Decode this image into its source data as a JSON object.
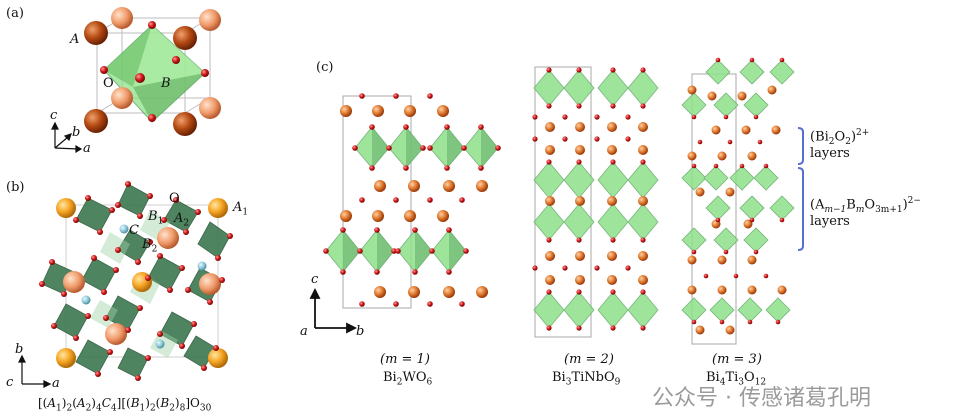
{
  "panel_a": {
    "label": "(a)",
    "site_a": "A",
    "site_b": "B",
    "site_o": "O",
    "axis_c": "c",
    "axis_b": "b",
    "axis_a": "a"
  },
  "panel_b": {
    "label": "(b)",
    "o": "O",
    "a1_right": "A",
    "a1_right_sub": "1",
    "b1": "B",
    "b1_sub": "1",
    "a2": "A",
    "a2_sub": "2",
    "c_site": "C",
    "b2": "B",
    "b2_sub": "2",
    "axis_b": "b",
    "axis_c": "c",
    "axis_a": "a",
    "formula": "[(A1)2(A2)4C4][(B1)2(B2)8]O30"
  },
  "panel_c": {
    "label": "(c)",
    "axis_c": "c",
    "axis_a": "a",
    "axis_b": "b",
    "structures": [
      {
        "m": "(m = 1)",
        "name": "Bi2WO6"
      },
      {
        "m": "(m = 2)",
        "name": "Bi3TiNbO9"
      },
      {
        "m": "(m = 3)",
        "name": "Bi4Ti3O12"
      }
    ],
    "layer_top_formula": "(Bi2O2)2+",
    "layer_top_word": "layers",
    "layer_bottom_formula": "(Am−1BmO3m+1)2−",
    "layer_bottom_word": "layers"
  },
  "watermark": {
    "text": "公众号 · 传感诸葛孔明"
  },
  "colors": {
    "a_cation": "#e07a2e",
    "a_cation_dark": "#a8430e",
    "oxygen": "#d01818",
    "octahedron": "#8fe08a",
    "octahedron_dark": "#3f7a52",
    "c_site": "#8ec8d8",
    "bracket": "#5470d0"
  }
}
